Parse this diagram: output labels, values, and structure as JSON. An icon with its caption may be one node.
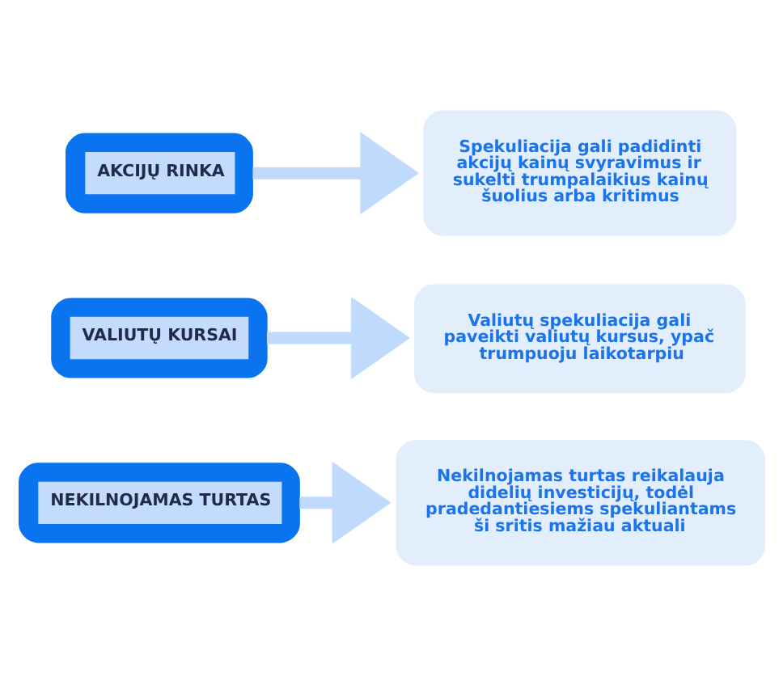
{
  "diagram": {
    "nodes": [
      {
        "text": [
          "AKCIJŲ RINKA"
        ]
      },
      {
        "text": [
          "Spekuliacija gali padidinti akcijų kainų svyravimus ir sukelti trumpalaikius kainų šuolius arba kritimus"
        ]
      },
      {
        "text": [
          "VALIUTŲ KURSAI"
        ]
      },
      {
        "text": [
          "Valiutų spekuliacija gali paveikti valiutų kursus, ypač trumpuoju laikotarpiu"
        ]
      },
      {
        "text": [
          "NEKILNOJAMAS TURTAS"
        ]
      },
      {
        "text": [
          "Nekilnojamas turtas reikalauja didelių investicijų, todėl pradedantiesiems spekuliantams ši sritis mažiau aktuali"
        ]
      }
    ],
    "edges": [
      {
        "from": 0,
        "to": 1,
        "arrow": "to"
      },
      {
        "from": 2,
        "to": 3,
        "arrow": "to"
      },
      {
        "from": 4,
        "to": 5,
        "arrow": "to"
      }
    ]
  }
}
